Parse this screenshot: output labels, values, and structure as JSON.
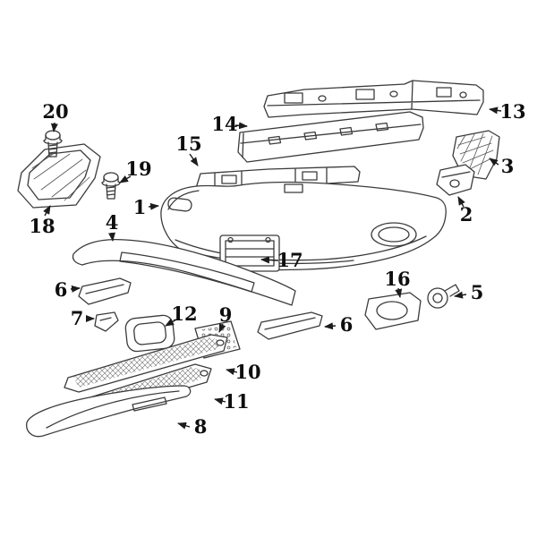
{
  "diagram": {
    "background": "#ffffff",
    "line_color": "#3b3b3b",
    "label_color": "#0e0e0e",
    "callouts": [
      {
        "number": "1"
      },
      {
        "number": "2"
      },
      {
        "number": "3"
      },
      {
        "number": "4"
      },
      {
        "number": "5"
      },
      {
        "number": "6"
      },
      {
        "number": "6"
      },
      {
        "number": "7"
      },
      {
        "number": "8"
      },
      {
        "number": "9"
      },
      {
        "number": "10"
      },
      {
        "number": "11"
      },
      {
        "number": "12"
      },
      {
        "number": "13"
      },
      {
        "number": "14"
      },
      {
        "number": "15"
      },
      {
        "number": "16"
      },
      {
        "number": "17"
      },
      {
        "number": "18"
      },
      {
        "number": "19"
      },
      {
        "number": "20"
      }
    ]
  }
}
